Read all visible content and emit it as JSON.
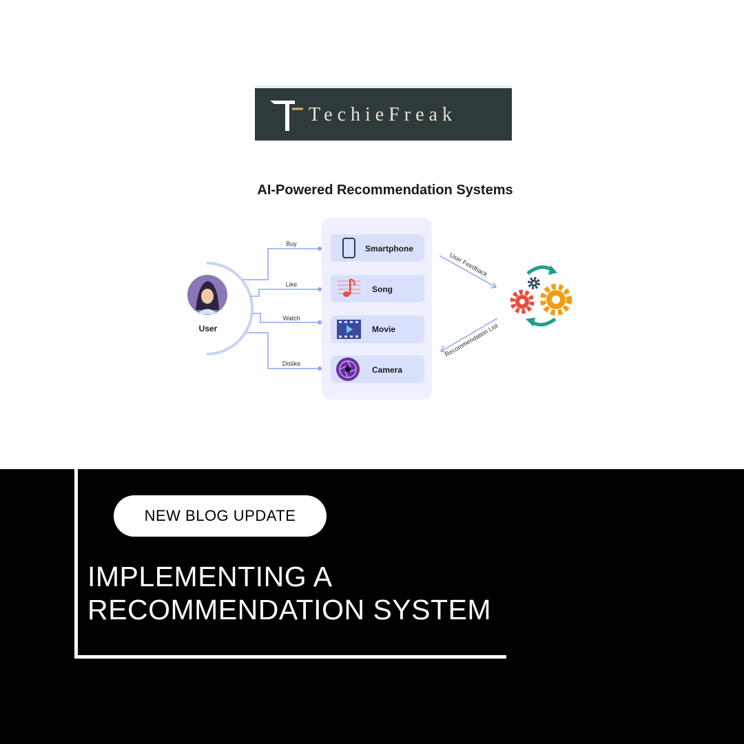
{
  "brand": {
    "logo_text": "TechieFreak",
    "logo_bg": "#2f3a3c",
    "logo_accent": "#d9b46a"
  },
  "diagram": {
    "title": "AI-Powered Recommendation Systems",
    "user_label": "User",
    "actions": [
      "Buy",
      "Like",
      "Watch",
      "Dislike"
    ],
    "items": [
      {
        "label": "Smartphone",
        "icon": "smartphone-icon"
      },
      {
        "label": "Song",
        "icon": "music-note-icon"
      },
      {
        "label": "Movie",
        "icon": "film-icon"
      },
      {
        "label": "Camera",
        "icon": "camera-aperture-icon"
      }
    ],
    "feedback_label": "User Feedback",
    "recommendation_label": "Recommendation List",
    "engine_icon": "gears-cycle-icon"
  },
  "post": {
    "badge": "NEW BLOG UPDATE",
    "headline_line1": "IMPLEMENTING A",
    "headline_line2": "RECOMMENDATION SYSTEM"
  },
  "colors": {
    "panel_bg": "#000000",
    "item_bg": "#d9e0fb",
    "list_bg": "#eef1fd",
    "connector": "#8ea4f2",
    "gear_red": "#e74c3c",
    "gear_orange": "#f39c12",
    "gear_dark": "#34495e",
    "cycle_arrow": "#1f9e8e"
  }
}
